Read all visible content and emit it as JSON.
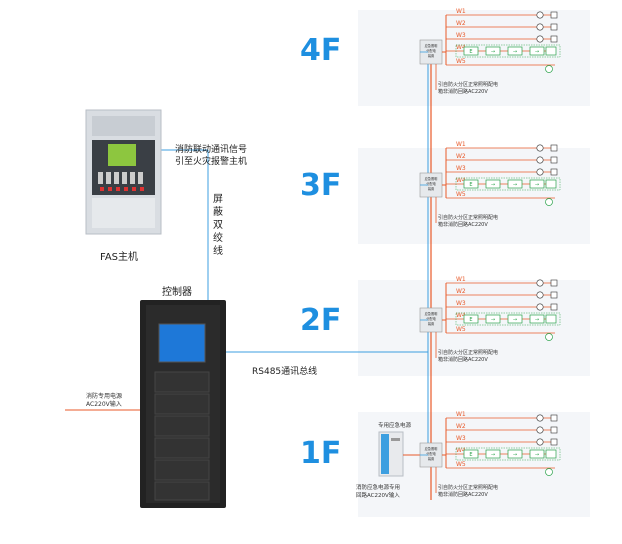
{
  "fas": {
    "name": "FAS主机",
    "signal_line1": "消防联动通讯信号",
    "signal_line2": "引至火灾报警主机"
  },
  "cable": {
    "chars": [
      "屏",
      "蔽",
      "双",
      "绞",
      "线"
    ]
  },
  "controller": {
    "name": "控制器"
  },
  "bus": {
    "name": "RS485通讯总线"
  },
  "power_input": {
    "line1": "消防专用电源",
    "line2": "AC220V输入"
  },
  "emergency_power": {
    "title": "专用应急电源",
    "note1": "消防应急电源专用",
    "note2": "回路AC220V输入"
  },
  "floors": [
    {
      "label": "4F"
    },
    {
      "label": "3F"
    },
    {
      "label": "2F"
    },
    {
      "label": "1F"
    }
  ],
  "circuits": [
    "W1",
    "W2",
    "W3",
    "W4",
    "W5"
  ],
  "panel_label": [
    "应急照明",
    "分配电",
    "装置"
  ],
  "note": {
    "line1": "引自防火分区正常照明配电",
    "line2": "箱非消防回路AC220V"
  },
  "colors": {
    "bus": "#3d9fe0",
    "circuit": "#e85a2a",
    "floor_label": "#1e8fe0",
    "cabinet": "#222222",
    "screen": "#1e78d8"
  }
}
